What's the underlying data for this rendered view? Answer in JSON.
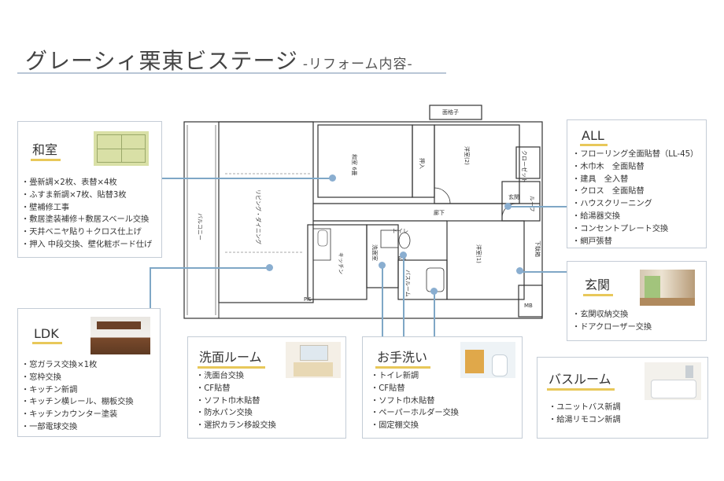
{
  "header": {
    "title": "グレーシィ栗東ビステージ",
    "subtitle": "-リフォーム内容-"
  },
  "sections": {
    "washitsu": {
      "title": "和室",
      "items": [
        "畳新調×2枚、表替×4枚",
        "ふすま新調×7枚、貼替3枚",
        "壁補修工事",
        "敷居塗装補修＋敷居スベール交換",
        "天井ベニヤ貼り＋クロス仕上げ",
        "押入 中段交換、壁化粧ボード仕げ"
      ]
    },
    "all": {
      "title": "ALL",
      "items": [
        "フローリング全面貼替（LL-45）",
        "木巾木　全面貼替",
        "建具　全入替",
        "クロス　全面貼替",
        "ハウスクリーニング",
        "給湯器交換",
        "コンセントプレート交換",
        "網戸張替"
      ]
    },
    "genkan": {
      "title": "玄関",
      "items": [
        "玄関収納交換",
        "ドアクローザー交換"
      ]
    },
    "ldk": {
      "title": "LDK",
      "items": [
        "窓ガラス交換×1枚",
        "窓枠交換",
        "キッチン新調",
        "キッチン横レール、棚板交換",
        "キッチンカウンター塗装",
        "一部電球交換"
      ]
    },
    "senmen": {
      "title": "洗面ルーム",
      "items": [
        "洗面台交換",
        "CF貼替",
        "ソフト巾木貼替",
        "防水パン交換",
        "選択カラン移設交換"
      ]
    },
    "otearai": {
      "title": "お手洗い",
      "items": [
        "トイレ新調",
        "CF貼替",
        "ソフト巾木貼替",
        "ペーパーホルダー交換",
        "固定棚交換"
      ]
    },
    "bath": {
      "title": "バスルーム",
      "items": [
        "ユニットバス新調",
        "給湯リモコン新調"
      ]
    }
  },
  "floorplan": {
    "labels": {
      "balcony": "バルコニー",
      "ldk": "リビング・ダイニング",
      "washitsu": "和室 6畳",
      "oshiire": "押入",
      "youshitsu2": "洋室(2)",
      "youshitsu1": "洋室(1)",
      "kitchen": "キッチン",
      "senmen": "洗面室",
      "toilet": "トイレ",
      "bath": "バスルーム",
      "rouka": "廊下",
      "genkan": "玄関",
      "ps": "P.S",
      "ps2": "P.S",
      "mb": "MB",
      "closet": "クローゼット",
      "shoes": "下駄箱",
      "frame": "面格子",
      "alcove": "ルーフ"
    }
  },
  "colors": {
    "accent_underline": "#e8c85a",
    "box_border": "#c4ccd6",
    "connector": "#7fa7c6",
    "title_rule": "#b9c6d6"
  }
}
